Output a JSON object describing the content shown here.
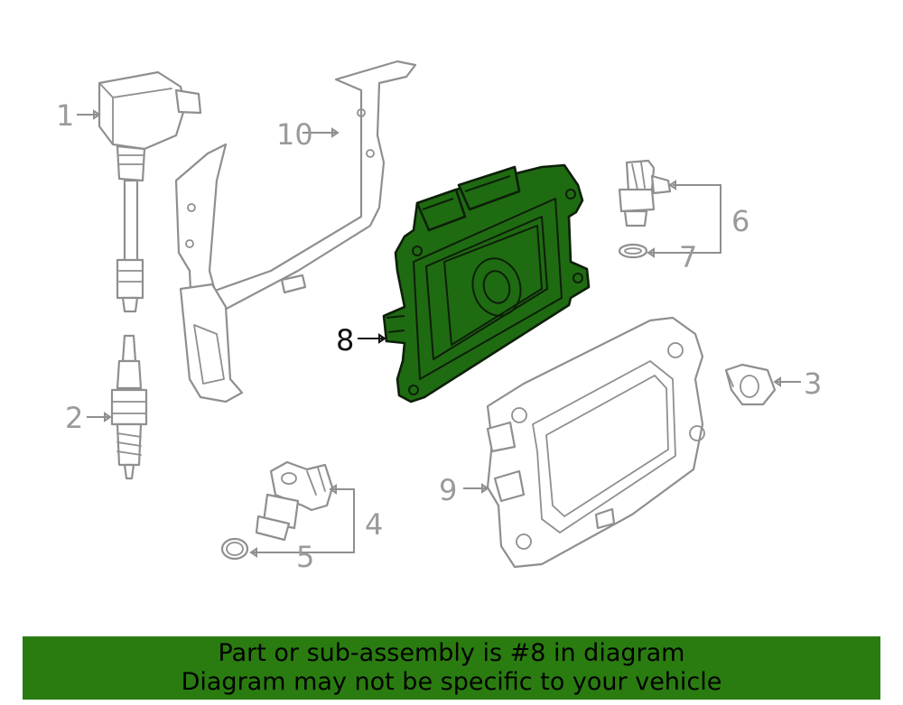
{
  "diagram": {
    "callouts": [
      {
        "id": "1",
        "label": "1"
      },
      {
        "id": "2",
        "label": "2"
      },
      {
        "id": "3",
        "label": "3"
      },
      {
        "id": "4",
        "label": "4"
      },
      {
        "id": "5",
        "label": "5"
      },
      {
        "id": "6",
        "label": "6"
      },
      {
        "id": "7",
        "label": "7"
      },
      {
        "id": "8",
        "label": "8"
      },
      {
        "id": "9",
        "label": "9"
      },
      {
        "id": "10",
        "label": "10"
      }
    ],
    "highlighted_part": "8",
    "highlight_color": "#1f6b12",
    "part_line_color": "#8f8f8f",
    "callout_color": "#9a9a9a"
  },
  "banner": {
    "line1": "Part or sub-assembly is #8 in diagram",
    "line2": "Diagram may not be specific to your vehicle",
    "background": "#2a7c10"
  }
}
